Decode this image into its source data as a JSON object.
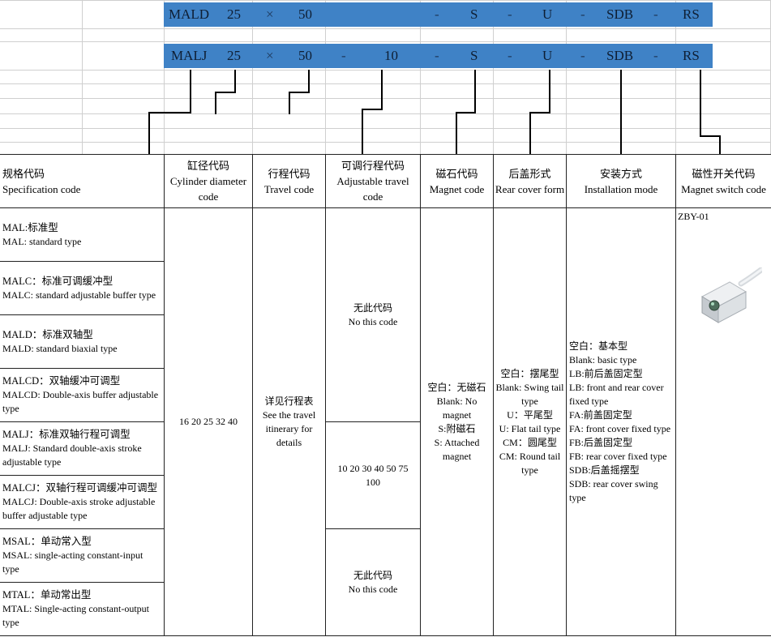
{
  "model_codes": {
    "row1": [
      "MALD",
      "25",
      "×",
      "50",
      "-",
      "S",
      "-",
      "U",
      "-",
      "SDB",
      "-",
      "RS"
    ],
    "row2": [
      "MALJ",
      "25",
      "×",
      "50",
      "-",
      "10",
      "-",
      "S",
      "-",
      "U",
      "-",
      "SDB",
      "-",
      "RS"
    ]
  },
  "colors": {
    "code_bar": "#3f82c6",
    "code_text": "#0e1e33",
    "grid": "#cfcfcf"
  },
  "headers": {
    "spec": {
      "zh": "规格代码",
      "en": "Specification code"
    },
    "bore": {
      "zh": "缸径代码",
      "en": "Cylinder diameter code"
    },
    "stroke": {
      "zh": "行程代码",
      "en": "Travel code"
    },
    "adjustable": {
      "zh": "可调行程代码",
      "en": "Adjustable travel code"
    },
    "magnet": {
      "zh": "磁石代码",
      "en": "Magnet code"
    },
    "rear": {
      "zh": "后盖形式",
      "en": "Rear cover form"
    },
    "install": {
      "zh": "安装方式",
      "en": "Installation mode"
    },
    "switch": {
      "zh": "磁性开关代码",
      "en": "Magnet switch code"
    }
  },
  "spec_rows": [
    {
      "zh": "MAL:标准型",
      "en": "MAL: standard type"
    },
    {
      "zh": "MALC：标准可调缓冲型",
      "en": "MALC: standard adjustable buffer type"
    },
    {
      "zh": "MALD：标准双轴型",
      "en": "MALD: standard biaxial type"
    },
    {
      "zh": "MALCD：双轴缓冲可调型",
      "en": "MALCD: Double-axis buffer adjustable type"
    },
    {
      "zh": "MALJ：标准双轴行程可调型",
      "en": "MALJ: Standard double-axis stroke adjustable type"
    },
    {
      "zh": "MALCJ：双轴行程可调缓冲可调型",
      "en": "MALCJ: Double-axis stroke adjustable buffer adjustable type"
    },
    {
      "zh": "MSAL：单动常入型",
      "en": "MSAL: single-acting constant-input type"
    },
    {
      "zh": "MTAL：单动常出型",
      "en": "MTAL: Single-acting constant-output type"
    }
  ],
  "bore_values": "16 20 25 32 40",
  "stroke_values": {
    "zh": "详见行程表",
    "en": "See the travel itinerary for details"
  },
  "adjustable_values": {
    "none_top": {
      "zh": "无此代码",
      "en": "No this code"
    },
    "values": "10 20 30 40 50 75 100",
    "none_bottom": {
      "zh": "无此代码",
      "en": "No this code"
    }
  },
  "magnet_values": [
    "空白：无磁石",
    "Blank: No magnet",
    "S:附磁石",
    "S: Attached magnet"
  ],
  "rear_values": [
    "空白：摆尾型",
    "Blank: Swing tail type",
    "U：平尾型",
    "U: Flat tail type",
    "CM：圆尾型",
    "CM: Round tail type"
  ],
  "install_values": [
    "空白：基本型",
    "Blank: basic type",
    "LB:前后盖固定型",
    "LB: front and rear cover fixed type",
    "FA:前盖固定型",
    "FA: front cover fixed type",
    "FB:后盖固定型",
    "FB: rear cover fixed type",
    "SDB:后盖摇摆型",
    "SDB: rear cover swing type"
  ],
  "switch_model": "ZBY-01",
  "switch_image_icon": "magnetic-switch-sensor-icon"
}
